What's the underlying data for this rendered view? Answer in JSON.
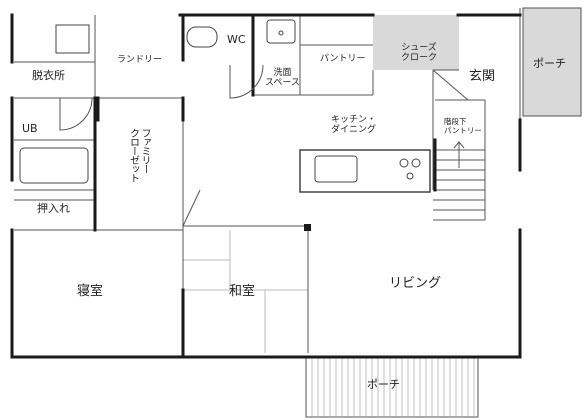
{
  "rooms": {
    "datsuijo": "脱衣所",
    "laundry": "ランドリー",
    "wc": "WC",
    "senmen": "洗面\nスペース",
    "pantry": "パントリー",
    "shoes": "シューズ\nクローク",
    "genkan": "玄関",
    "porch_east": "ポーチ",
    "ub": "UB",
    "family_closet": "ファミリー\nクローゼット",
    "kitchen": "キッチン・\nダイニング",
    "under_stair": "階段下\nパントリー",
    "oshiire": "押入れ",
    "shinshitsu": "寝室",
    "washitsu": "和室",
    "living": "リビング",
    "porch_south": "ポーチ"
  },
  "colors": {
    "wall": "#1a1a1a",
    "line": "#555555",
    "shade": "#d9d9d9",
    "tatami": "#bbbbbb",
    "fixture": "#444444"
  }
}
